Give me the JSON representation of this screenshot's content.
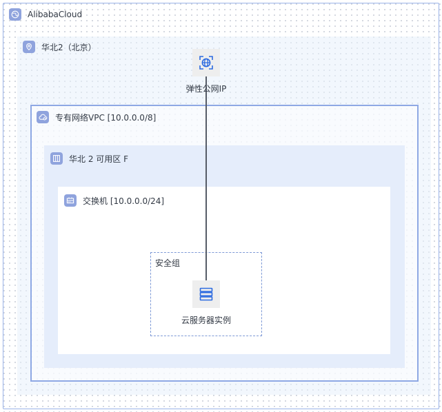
{
  "diagram": {
    "cloud": {
      "label": "AlibabaCloud",
      "icon": "globe-icon"
    },
    "region": {
      "label": "华北2（北京）",
      "icon": "location-pin-icon"
    },
    "eip": {
      "label": "弹性公网IP",
      "icon": "eip-globe-icon"
    },
    "vpc": {
      "label": "专有网络VPC [10.0.0.0/8]",
      "icon": "cloud-network-icon"
    },
    "zone": {
      "label": "华北 2 可用区 F",
      "icon": "zone-grid-icon"
    },
    "vswitch": {
      "label": "交换机 [10.0.0.0/24]",
      "icon": "switch-icon"
    },
    "security_group": {
      "label": "安全组"
    },
    "ecs": {
      "label": "云服务器实例",
      "icon": "server-stack-icon"
    }
  },
  "colors": {
    "accent": "#8fa3dd",
    "icon_blue": "#2d6be0",
    "vpc_border": "#8ea8e4",
    "zone_fill": "#e5edfb",
    "connector": "#555b66"
  }
}
